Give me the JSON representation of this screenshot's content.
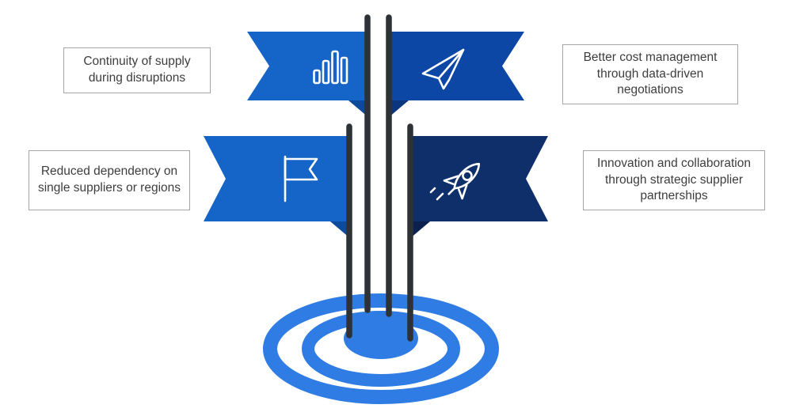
{
  "benefits": [
    {
      "label": "Continuity of supply during disruptions",
      "icon": "bar-chart-icon"
    },
    {
      "label": "Better cost management through data-driven negotiations",
      "icon": "paper-plane-icon"
    },
    {
      "label": "Reduced dependency on single suppliers or regions",
      "icon": "flag-icon"
    },
    {
      "label": "Innovation and collaboration through strategic supplier partnerships",
      "icon": "rocket-icon"
    }
  ],
  "colors": {
    "banner_top_left": "#1565c8",
    "banner_top_left_fold": "#0d4a9c",
    "banner_top_right": "#0d47a6",
    "banner_top_right_fold": "#09367e",
    "banner_bottom_left": "#1565c8",
    "banner_bottom_left_fold": "#0d4a9c",
    "banner_bottom_right": "#0f2f6b",
    "banner_bottom_right_fold": "#0a2150",
    "pole": "#2d3236",
    "target": "#2e7ce4",
    "icon_stroke": "#ffffff",
    "label_border": "#a6a6a6",
    "label_text": "#3d3d3d"
  }
}
